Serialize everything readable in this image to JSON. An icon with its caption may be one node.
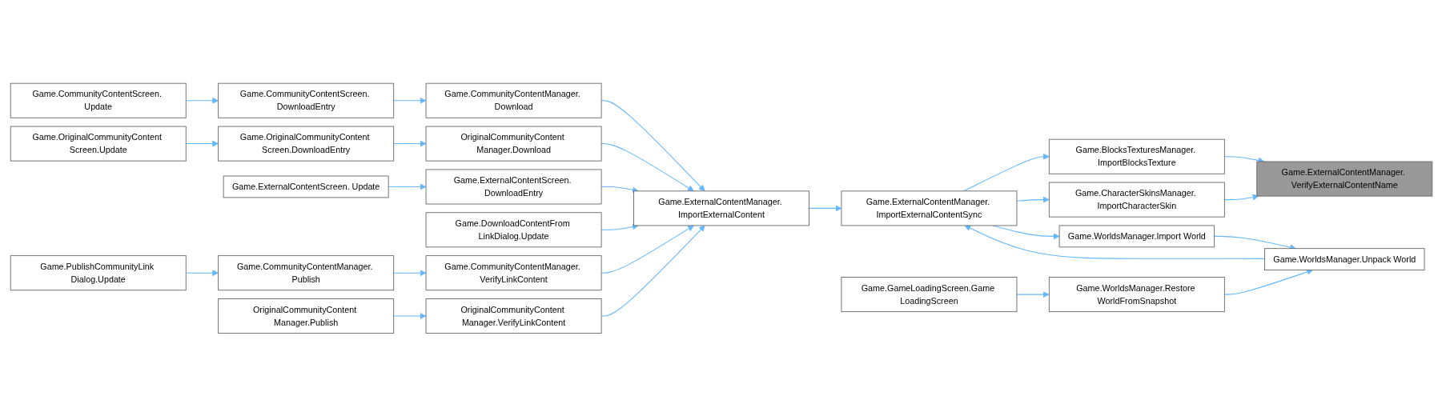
{
  "diagram": {
    "nodes": [
      {
        "text": [
          "Game.CommunityContentScreen. Update"
        ]
      },
      {
        "text": [
          "Game.CommunityContentScreen. DownloadEntry"
        ]
      },
      {
        "text": [
          "Game.CommunityContentManager. Download"
        ]
      },
      {
        "text": [
          "Game.OriginalCommunityContent Screen.Update"
        ]
      },
      {
        "text": [
          "Game.OriginalCommunityContent Screen.DownloadEntry"
        ]
      },
      {
        "text": [
          "OriginalCommunityContent Manager.Download"
        ]
      },
      {
        "text": [
          "Game.ExternalContentScreen. Update"
        ]
      },
      {
        "text": [
          "Game.ExternalContentScreen. DownloadEntry"
        ]
      },
      {
        "text": [
          "Game.DownloadContentFrom LinkDialog.Update"
        ]
      },
      {
        "text": [
          "Game.ExternalContentManager. ImportExternalContent"
        ]
      },
      {
        "text": [
          "Game.PublishCommunityLink Dialog.Update"
        ]
      },
      {
        "text": [
          "Game.CommunityContentManager. Publish"
        ]
      },
      {
        "text": [
          "Game.CommunityContentManager. VerifyLinkContent"
        ]
      },
      {
        "text": [
          "OriginalCommunityContent Manager.Publish"
        ]
      },
      {
        "text": [
          "OriginalCommunityContent Manager.VerifyLinkContent"
        ]
      },
      {
        "text": [
          "Game.ExternalContentManager. ImportExternalContentSync"
        ]
      },
      {
        "text": [
          "Game.BlocksTexturesManager. ImportBlocksTexture"
        ]
      },
      {
        "text": [
          "Game.ExternalContentManager. VerifyExternalContentName"
        ]
      },
      {
        "text": [
          "Game.WorldsManager.Import World"
        ]
      },
      {
        "text": [
          "Game.WorldsManager.Unpack World"
        ]
      },
      {
        "text": [
          "Game.CharacterSkinsManager. ImportCharacterSkin"
        ]
      },
      {
        "text": [
          "Game.GameLoadingScreen.Game LoadingScreen"
        ]
      },
      {
        "text": [
          "Game.WorldsManager.Restore WorldFromSnapshot"
        ]
      }
    ],
    "edges": [
      {
        "from": 0,
        "to": 1,
        "arrow": "to"
      },
      {
        "from": 1,
        "to": 2,
        "arrow": "to"
      },
      {
        "from": 2,
        "to": 9,
        "arrow": "to"
      },
      {
        "from": 3,
        "to": 4,
        "arrow": "to"
      },
      {
        "from": 4,
        "to": 5,
        "arrow": "to"
      },
      {
        "from": 5,
        "to": 9,
        "arrow": "to"
      },
      {
        "from": 6,
        "to": 7,
        "arrow": "to"
      },
      {
        "from": 7,
        "to": 9,
        "arrow": "to"
      },
      {
        "from": 8,
        "to": 9,
        "arrow": "to"
      },
      {
        "from": 10,
        "to": 11,
        "arrow": "to"
      },
      {
        "from": 11,
        "to": 12,
        "arrow": "to"
      },
      {
        "from": 12,
        "to": 9,
        "arrow": "to"
      },
      {
        "from": 13,
        "to": 14,
        "arrow": "to"
      },
      {
        "from": 14,
        "to": 9,
        "arrow": "to"
      },
      {
        "from": 9,
        "to": 15,
        "arrow": "to"
      },
      {
        "from": 15,
        "to": 16,
        "arrow": "to"
      },
      {
        "from": 15,
        "to": 20,
        "arrow": "to"
      },
      {
        "from": 16,
        "to": 17,
        "arrow": "to"
      },
      {
        "from": 20,
        "to": 17,
        "arrow": "to"
      },
      {
        "from": 15,
        "to": 18,
        "arrow": "to"
      },
      {
        "from": 18,
        "to": 19,
        "arrow": "to"
      },
      {
        "from": 19,
        "to": 15,
        "arrow": "to"
      },
      {
        "from": 21,
        "to": 22,
        "arrow": "to"
      },
      {
        "from": 22,
        "to": 19,
        "arrow": "to"
      }
    ]
  }
}
